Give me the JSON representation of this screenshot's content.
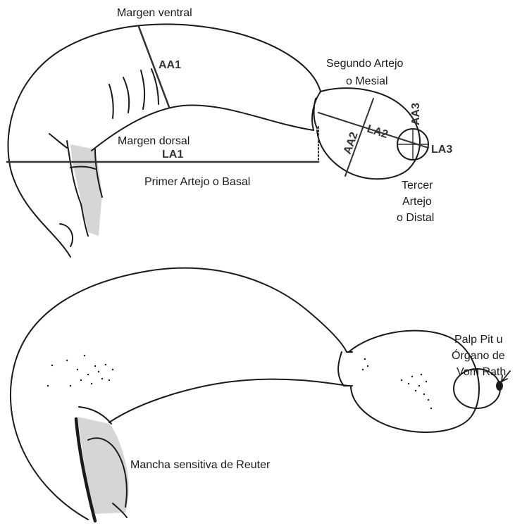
{
  "colors": {
    "outline": "#1a1a1a",
    "measure": "#333333",
    "stipple": "#777777",
    "background": "#ffffff"
  },
  "top_diagram": {
    "labels": {
      "margen_ventral": "Margen ventral",
      "aa1": "AA1",
      "segundo_line1": "Segundo Artejo",
      "segundo_line2": "o Mesial",
      "aa3": "AA3",
      "la2": "LA2",
      "aa2": "AA2",
      "la3": "LA3",
      "margen_dorsal": "Margen dorsal",
      "la1": "LA1",
      "primer_artejo": "Primer Artejo o Basal",
      "tercer_line1": "Tercer",
      "tercer_line2": "Artejo",
      "tercer_line3": "o Distal"
    }
  },
  "bottom_diagram": {
    "labels": {
      "palp_line1": "Palp Pit u",
      "palp_line2": "Órgano de",
      "palp_line3": "Vom Rath",
      "mancha": "Mancha sensitiva de Reuter"
    }
  }
}
